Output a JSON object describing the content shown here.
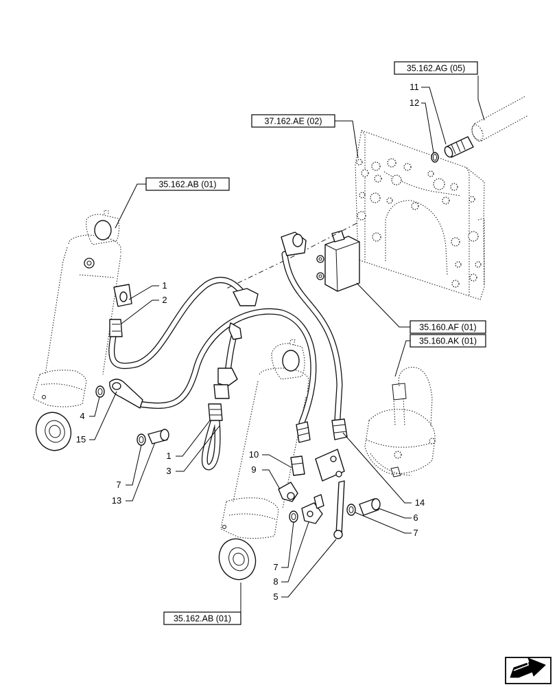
{
  "references": {
    "r1": "35.162.AG (05)",
    "r2": "37.162.AE (02)",
    "r3": "35.162.AB (01)",
    "r4": "35.160.AF (01)",
    "r5": "35.160.AK (01)",
    "r6": "35.162.AB (01)"
  },
  "callouts": {
    "c11": "11",
    "c12": "12",
    "c1a": "1",
    "c2": "2",
    "c4": "4",
    "c15": "15",
    "c1b": "1",
    "c3": "3",
    "c7a": "7",
    "c13": "13",
    "c10": "10",
    "c9": "9",
    "c14": "14",
    "c6": "6",
    "c7b": "7",
    "c7c": "7",
    "c8": "8",
    "c5": "5"
  },
  "icons": {
    "nav": "next-page-arrow-icon"
  }
}
